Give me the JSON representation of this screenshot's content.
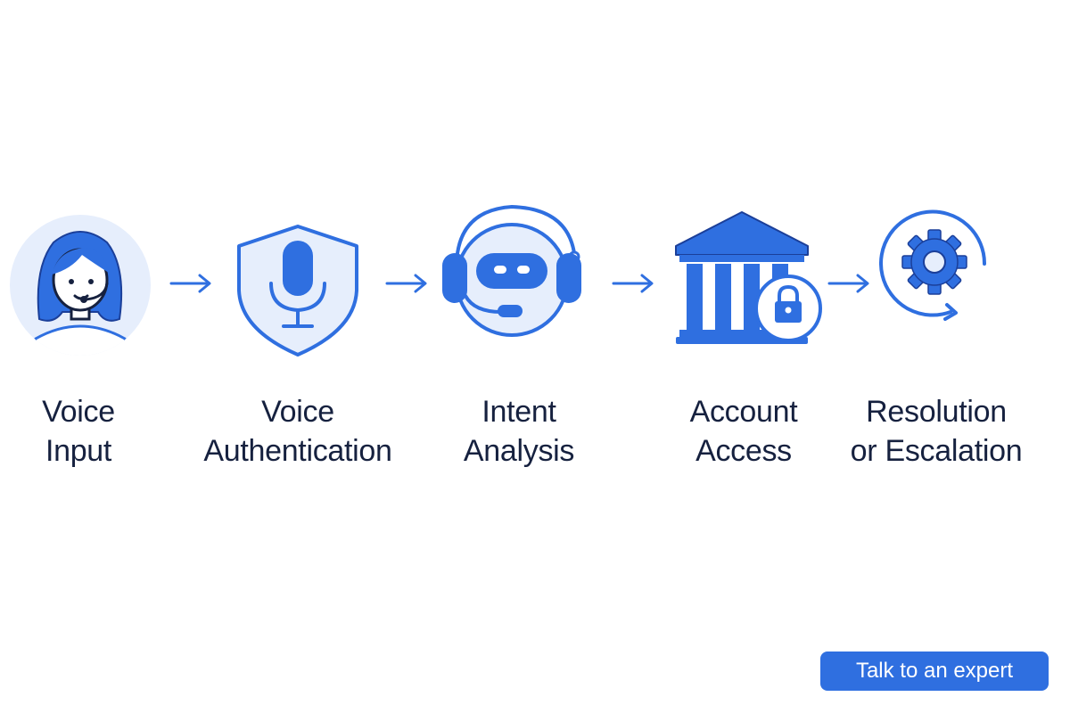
{
  "colors": {
    "accent": "#2f6fe0",
    "accent_light": "#e6eefc",
    "text": "#16213f",
    "background": "#ffffff"
  },
  "steps": [
    {
      "icon": "agent-headset-icon",
      "label_line1": "Voice",
      "label_line2": "Input"
    },
    {
      "icon": "shield-microphone-icon",
      "label_line1": "Voice",
      "label_line2": "Authentication"
    },
    {
      "icon": "robot-headset-icon",
      "label_line1": "Intent",
      "label_line2": "Analysis"
    },
    {
      "icon": "bank-lock-icon",
      "label_line1": "Account",
      "label_line2": "Access"
    },
    {
      "icon": "gear-cycle-icon",
      "label_line1": "Resolution",
      "label_line2": "or Escalation"
    }
  ],
  "cta": {
    "label": "Talk to an expert"
  }
}
